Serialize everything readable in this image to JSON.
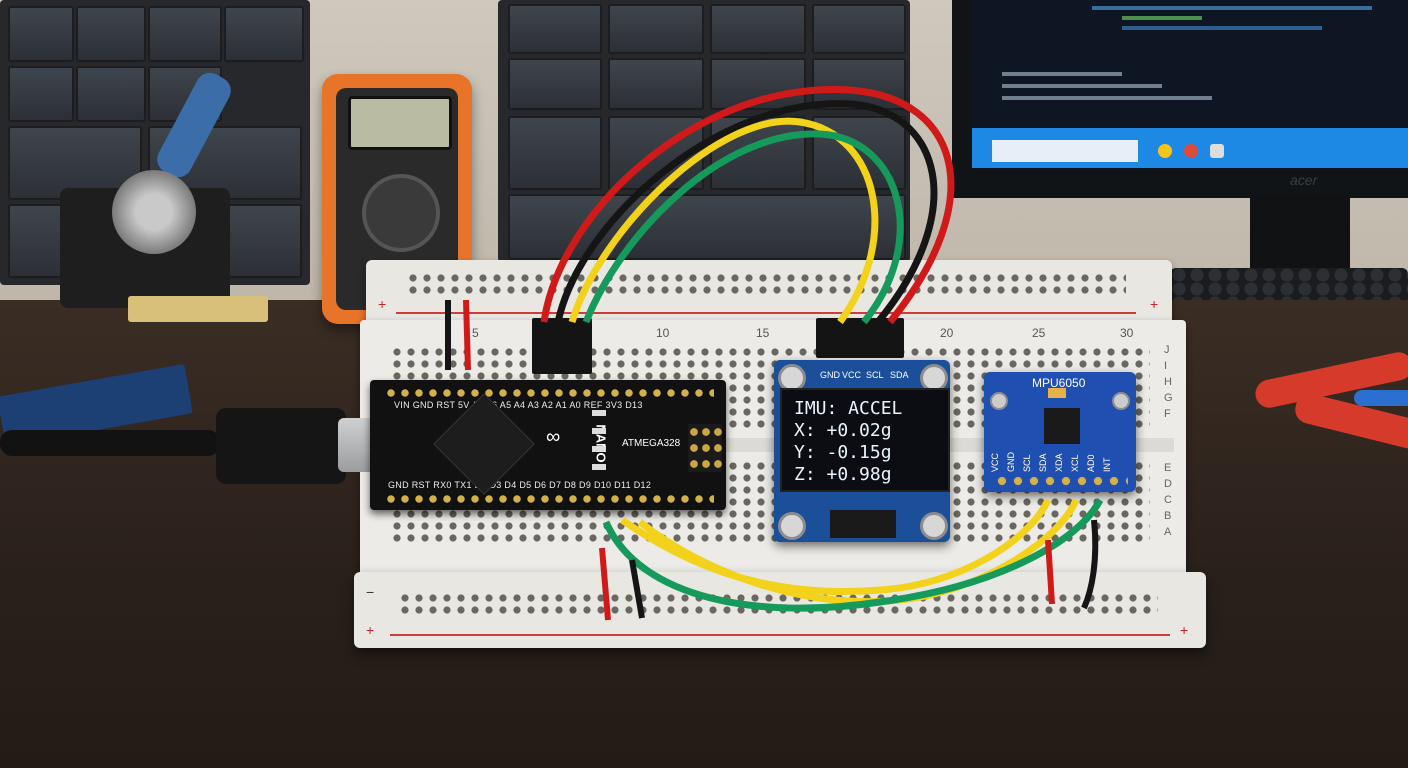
{
  "nano": {
    "brand": "NANO",
    "chip": "ATMEGA328",
    "pins_top": [
      "VIN",
      "GND",
      "RST",
      "5V",
      "A7",
      "A6",
      "A5",
      "A4",
      "A3",
      "A2",
      "A1",
      "A0",
      "REF",
      "3V3",
      "D13"
    ],
    "pins_bottom": [
      "GND",
      "RST",
      "RX0",
      "TX1",
      "D2",
      "D3",
      "D4",
      "D5",
      "D6",
      "D7",
      "D8",
      "D9",
      "D10",
      "D11",
      "D12"
    ]
  },
  "oled": {
    "pins": [
      "GND",
      "VCC",
      "SCL",
      "SDA"
    ],
    "lines": [
      "IMU: ACCEL",
      "X: +0.02g",
      "Y: -0.15g",
      "Z: +0.98g"
    ]
  },
  "mpu": {
    "title": "MPU6050",
    "pins": [
      "VCC",
      "GND",
      "SCL",
      "SDA",
      "XDA",
      "XCL",
      "AD0",
      "INT"
    ]
  },
  "breadboard": {
    "numbers": [
      "5",
      "10",
      "15",
      "20",
      "25",
      "30"
    ],
    "row_letters_top": [
      "J",
      "I",
      "H",
      "G",
      "F"
    ],
    "row_letters_bottom": [
      "E",
      "D",
      "C",
      "B",
      "A"
    ],
    "rail_plus": "+",
    "rail_minus": "−"
  },
  "monitor": {
    "brand": "acer"
  },
  "colors": {
    "wire_red": "#d01a1a",
    "wire_black": "#151515",
    "wire_yellow": "#f2d21a",
    "wire_green": "#159a5c",
    "oled_board": "#1b4f9a",
    "mpu_board": "#1f4fb0",
    "meter_body": "#e8742a"
  }
}
